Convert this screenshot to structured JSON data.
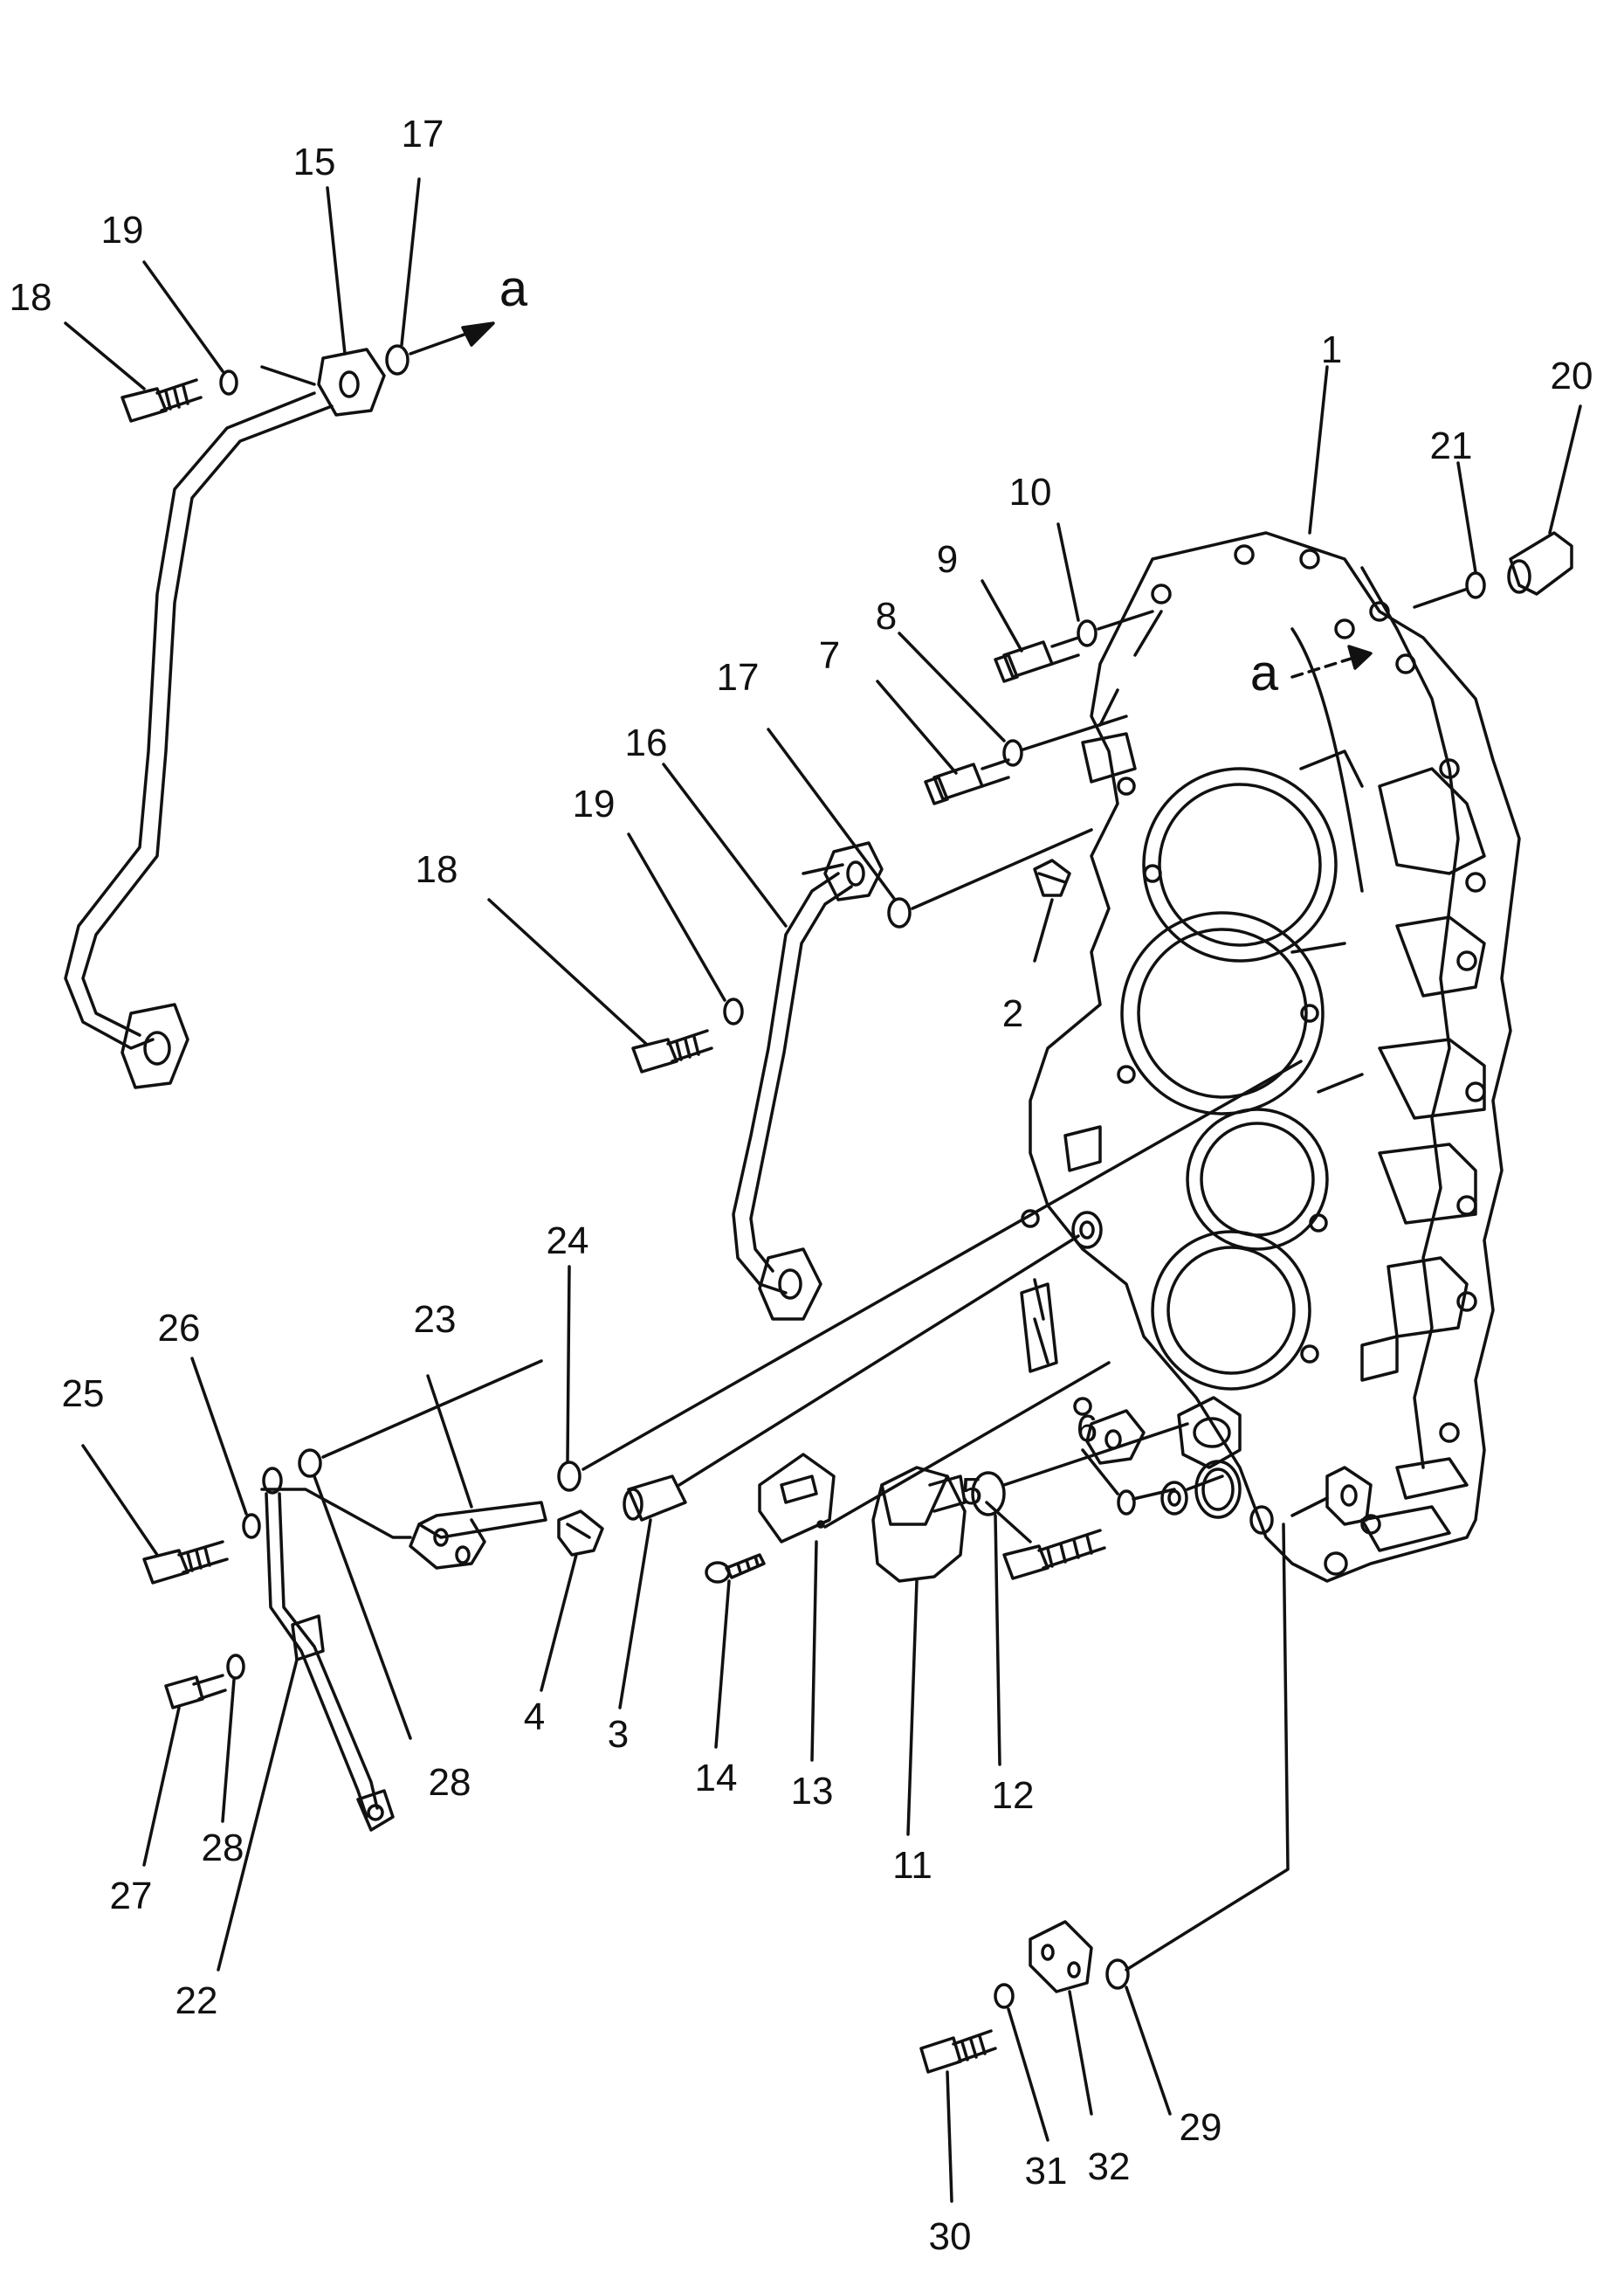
{
  "diagram": {
    "colors": {
      "ink": "#111111",
      "paper": "#ffffff"
    },
    "labels": {
      "l1": "1",
      "l2": "2",
      "l3": "3",
      "l4": "4",
      "l5": "5",
      "l6": "6",
      "l7": "7",
      "l8": "8",
      "l9": "9",
      "l10": "10",
      "l11": "11",
      "l12": "12",
      "l13": "13",
      "l14": "14",
      "l15": "15",
      "l16": "16",
      "l17a": "17",
      "l17b": "17",
      "l18a": "18",
      "l18b": "18",
      "l19a": "19",
      "l19b": "19",
      "l20": "20",
      "l21": "21",
      "l22": "22",
      "l23": "23",
      "l24": "24",
      "l25": "25",
      "l26": "26",
      "l27": "27",
      "l28a": "28",
      "l28b": "28",
      "l29": "29",
      "l30": "30",
      "l31": "31",
      "l32": "32"
    },
    "markers": {
      "a_top": "a",
      "a_case": "a"
    }
  }
}
